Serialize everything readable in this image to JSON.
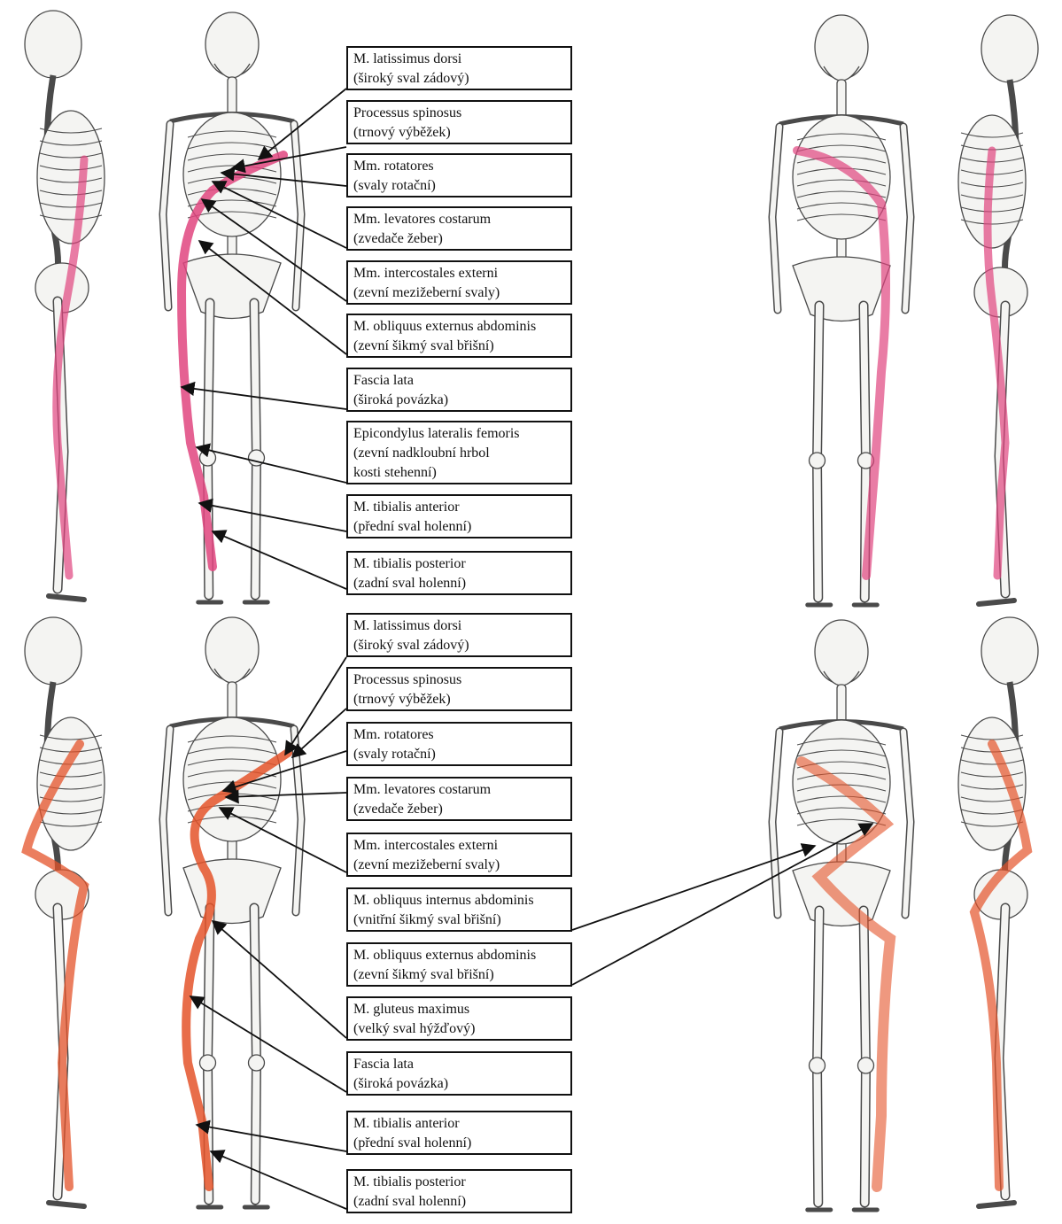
{
  "top": {
    "labels": [
      {
        "line1": "M. latissimus dorsi",
        "line2": "(široký sval zádový)"
      },
      {
        "line1": "Processus spinosus",
        "line2": "(trnový výběžek)"
      },
      {
        "line1": "Mm. rotatores",
        "line2": "(svaly rotační)"
      },
      {
        "line1": "Mm. levatores costarum",
        "line2": "(zvedače žeber)"
      },
      {
        "line1": "Mm. intercostales externi",
        "line2": "(zevní mezižeberní svaly)"
      },
      {
        "line1": "M. obliquus externus abdominis",
        "line2": "(zevní šikmý sval břišní)"
      },
      {
        "line1": "Fascia lata",
        "line2": "(široká povázka)"
      },
      {
        "line1": "Epicondylus lateralis femoris",
        "line2": "(zevní nadkloubní hrbol",
        "line3": "kosti stehenní)"
      },
      {
        "line1": "M. tibialis anterior",
        "line2": "(přední sval holenní)"
      },
      {
        "line1": "M. tibialis posterior",
        "line2": "(zadní sval holenní)"
      }
    ],
    "muscle_color": "#e0457f"
  },
  "bottom": {
    "labels": [
      {
        "line1": "M. latissimus dorsi",
        "line2": "(široký sval zádový)"
      },
      {
        "line1": "Processus spinosus",
        "line2": "(trnový výběžek)"
      },
      {
        "line1": "Mm. rotatores",
        "line2": "(svaly rotační)"
      },
      {
        "line1": "Mm. levatores costarum",
        "line2": "(zvedače žeber)"
      },
      {
        "line1": "Mm. intercostales externi",
        "line2": "(zevní mezižeberní svaly)"
      },
      {
        "line1": "M. obliquus internus abdominis",
        "line2": "(vnitřní šikmý sval břišní)"
      },
      {
        "line1": "M. obliquus externus abdominis",
        "line2": "(zevní šikmý sval břišní)"
      },
      {
        "line1": "M. gluteus maximus",
        "line2": "(velký sval hýžďový)"
      },
      {
        "line1": "Fascia lata",
        "line2": "(široká povázka)"
      },
      {
        "line1": "M. tibialis anterior",
        "line2": "(přední sval holenní)"
      },
      {
        "line1": "M. tibialis posterior",
        "line2": "(zadní sval holenní)"
      }
    ],
    "muscle_color": "#e4532a"
  },
  "colors": {
    "bone_fill": "#f4f4f2",
    "bone_stroke": "#4a4a4a",
    "arrow": "#111111"
  }
}
